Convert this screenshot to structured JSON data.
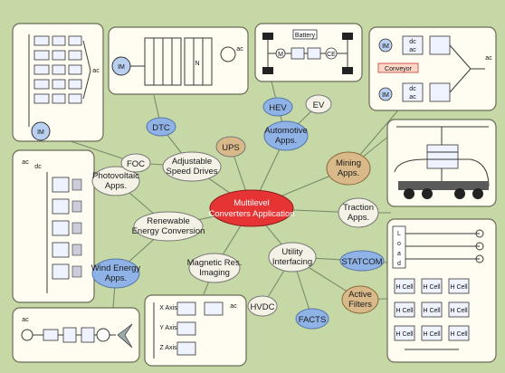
{
  "colors": {
    "background": "#c5d8a6",
    "panel": "#fffdf2",
    "center_node": "#e63434",
    "app_node": "#f4f1e6",
    "topology_node_blue": "#8fb3e6",
    "topology_node_tan": "#d9b98a",
    "motor_fill": "#b8cff0"
  },
  "center": {
    "line1": "Multilevel",
    "line2": "Converters Application"
  },
  "nodes": {
    "adjustable_speed": {
      "line1": "Adjustable",
      "line2": "Speed Drives"
    },
    "ups": {
      "label": "UPS"
    },
    "automotive": {
      "line1": "Automotive",
      "line2": "Apps."
    },
    "hev": {
      "label": "HEV"
    },
    "ev": {
      "label": "EV"
    },
    "mining": {
      "line1": "Mining",
      "line2": "Apps."
    },
    "traction": {
      "line1": "Traction",
      "line2": "Apps."
    },
    "statcom": {
      "label": "STATCOM"
    },
    "utility": {
      "line1": "Utility",
      "line2": "Interfacing"
    },
    "active_filters": {
      "line1": "Active",
      "line2": "Filters"
    },
    "facts": {
      "label": "FACTS"
    },
    "hvdc": {
      "label": "HVDC"
    },
    "magnetic": {
      "line1": "Magnetic Res.",
      "line2": "Imaging"
    },
    "wind": {
      "line1": "Wind Energy",
      "line2": "Apps."
    },
    "renewable": {
      "line1": "Renewable",
      "line2": "Energy Conversion"
    },
    "photovoltaic": {
      "line1": "Photovoltaic",
      "line2": "Apps."
    },
    "foc": {
      "label": "FOC"
    },
    "dtc": {
      "label": "DTC"
    }
  },
  "panel_text": {
    "ac": "ac",
    "dc": "dc",
    "im": "IM",
    "battery": "Battery",
    "ce": "CE",
    "m": "M",
    "conveyor": "Conveyor",
    "load_l": "L",
    "load_o": "o",
    "load_a": "a",
    "load_d": "d",
    "hcell": "H Cell",
    "x_axis": "X Axis",
    "y_axis": "Y Axis",
    "z_axis": "Z Axis",
    "n": "N"
  }
}
